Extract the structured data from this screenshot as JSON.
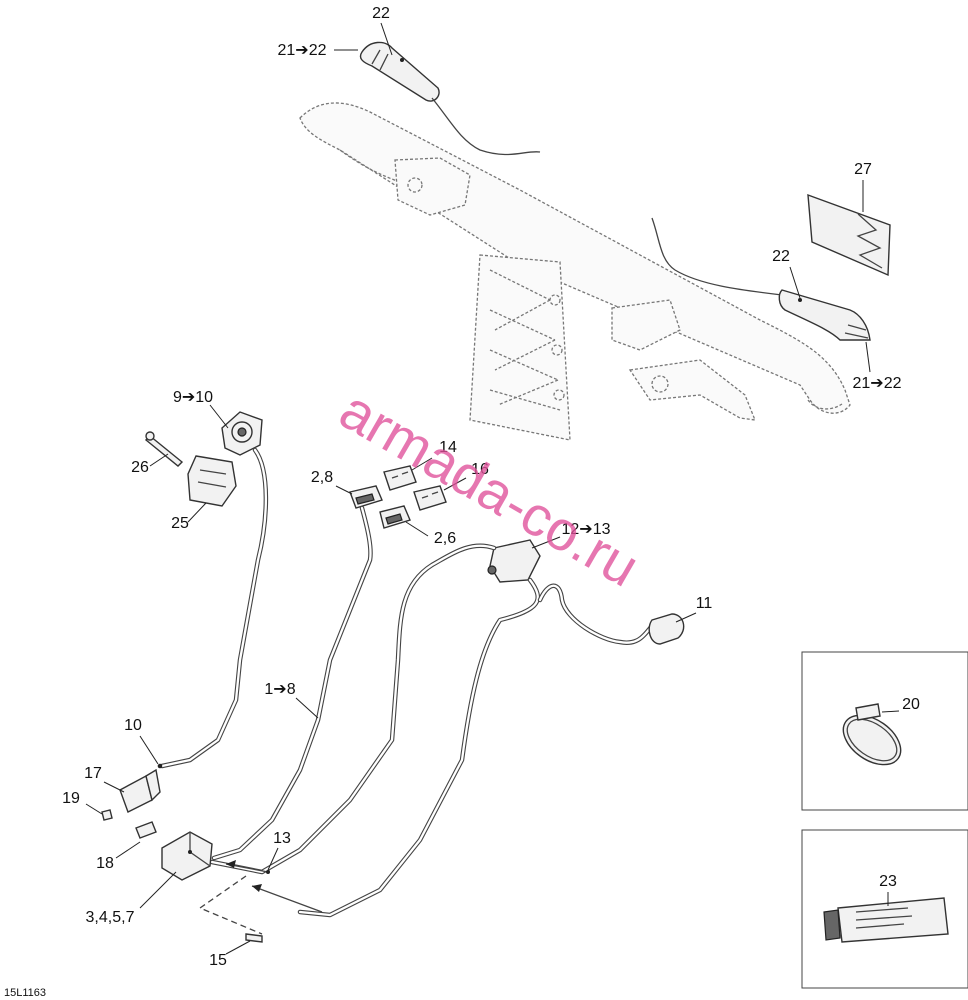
{
  "drawing_id": "15L1163",
  "watermark": "armada-co.ru",
  "colors": {
    "watermark": "#e0509a",
    "line": "#333333"
  },
  "callouts": {
    "c22_top": "22",
    "c21_22_top": "21➔22",
    "c27": "27",
    "c22_right": "22",
    "c21_22_right": "21➔22",
    "c9_10": "9➔10",
    "c26": "26",
    "c25": "25",
    "c14": "14",
    "c16": "16",
    "c2_8": "2,8",
    "c2_6": "2,6",
    "c12_13": "12➔13",
    "c11": "11",
    "c1_8": "1➔8",
    "c10": "10",
    "c17": "17",
    "c19": "19",
    "c18": "18",
    "c13": "13",
    "c3_4_5_7": "3,4,5,7",
    "c15": "15",
    "c20": "20",
    "c23": "23"
  }
}
